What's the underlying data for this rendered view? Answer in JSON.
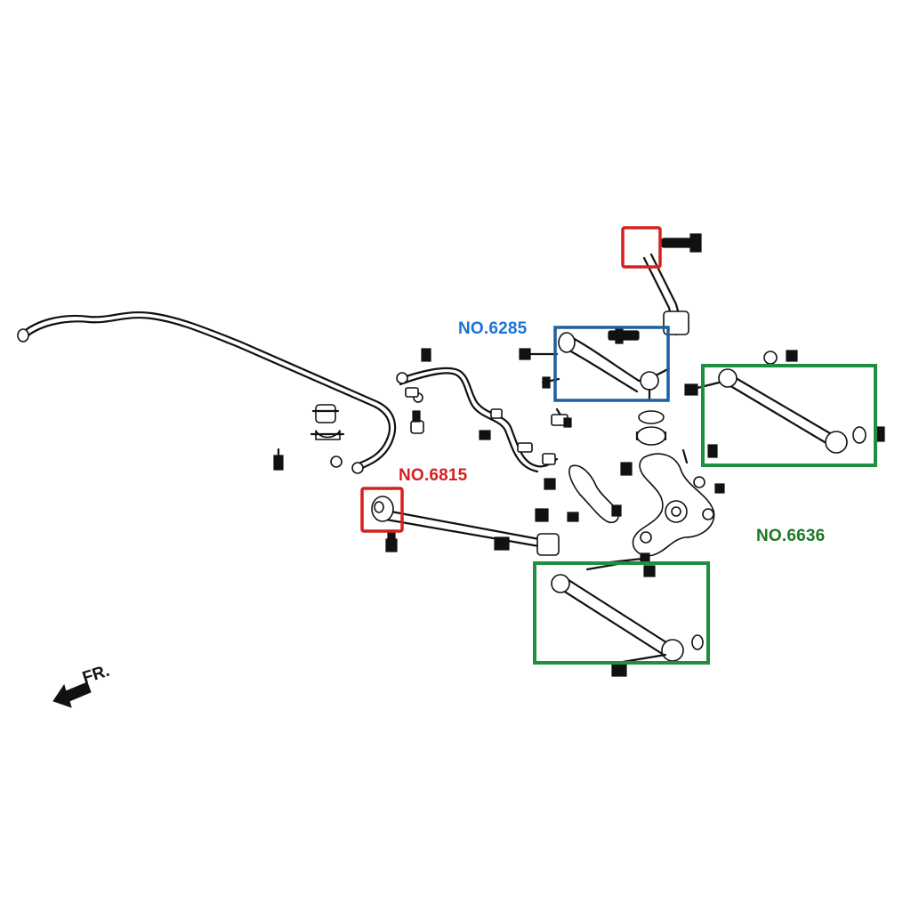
{
  "labels": {
    "no6285": "NO.6285",
    "no6815": "NO.6815",
    "no6636": "NO.6636",
    "front_direction": "FR."
  },
  "colors": {
    "blue": "#1a74d6",
    "blue_box": "#1f5fa3",
    "red": "#d62020",
    "green_text": "#1a7a22",
    "green_box": "#1f8f3f",
    "line_art": "#111111",
    "background": "#ffffff"
  }
}
